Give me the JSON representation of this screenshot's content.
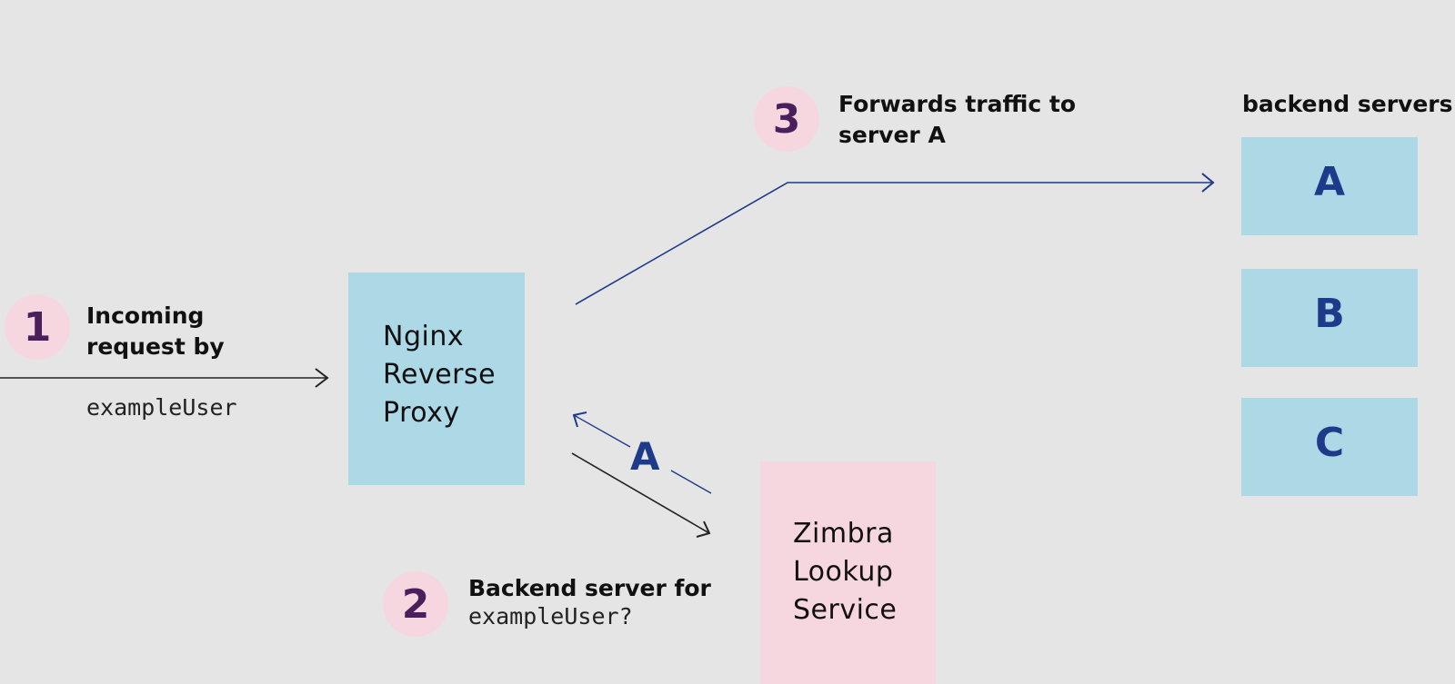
{
  "colors": {
    "background": "#e5e5e5",
    "proxy_box": "#add8e6",
    "server_box": "#add8e6",
    "lookup_box": "#f7d7df",
    "step_circle": "#f7d7df",
    "step_number": "#4a1f5c",
    "accent_blue": "#1e3a8a",
    "text": "#111111"
  },
  "steps": [
    {
      "number": "1",
      "text": "Incoming\nrequest by",
      "code": "exampleUser"
    },
    {
      "number": "2",
      "text": "Backend server for",
      "code": "exampleUser?"
    },
    {
      "number": "3",
      "text": "Forwards traffic to\nserver A"
    }
  ],
  "nodes": {
    "proxy": {
      "label": "Nginx\nReverse\nProxy"
    },
    "lookup": {
      "label": "Zimbra\nLookup\nService"
    }
  },
  "backend": {
    "heading": "backend servers",
    "servers": [
      {
        "label": "A"
      },
      {
        "label": "B"
      },
      {
        "label": "C"
      }
    ]
  },
  "lookup_response": {
    "label": "A"
  },
  "arrows": [
    {
      "from": "client",
      "to": "proxy",
      "style": "black"
    },
    {
      "from": "proxy",
      "to": "lookup",
      "style": "black"
    },
    {
      "from": "lookup",
      "to": "proxy",
      "style": "blue",
      "label": "A"
    },
    {
      "from": "proxy",
      "to": "server-A",
      "style": "blue"
    }
  ]
}
